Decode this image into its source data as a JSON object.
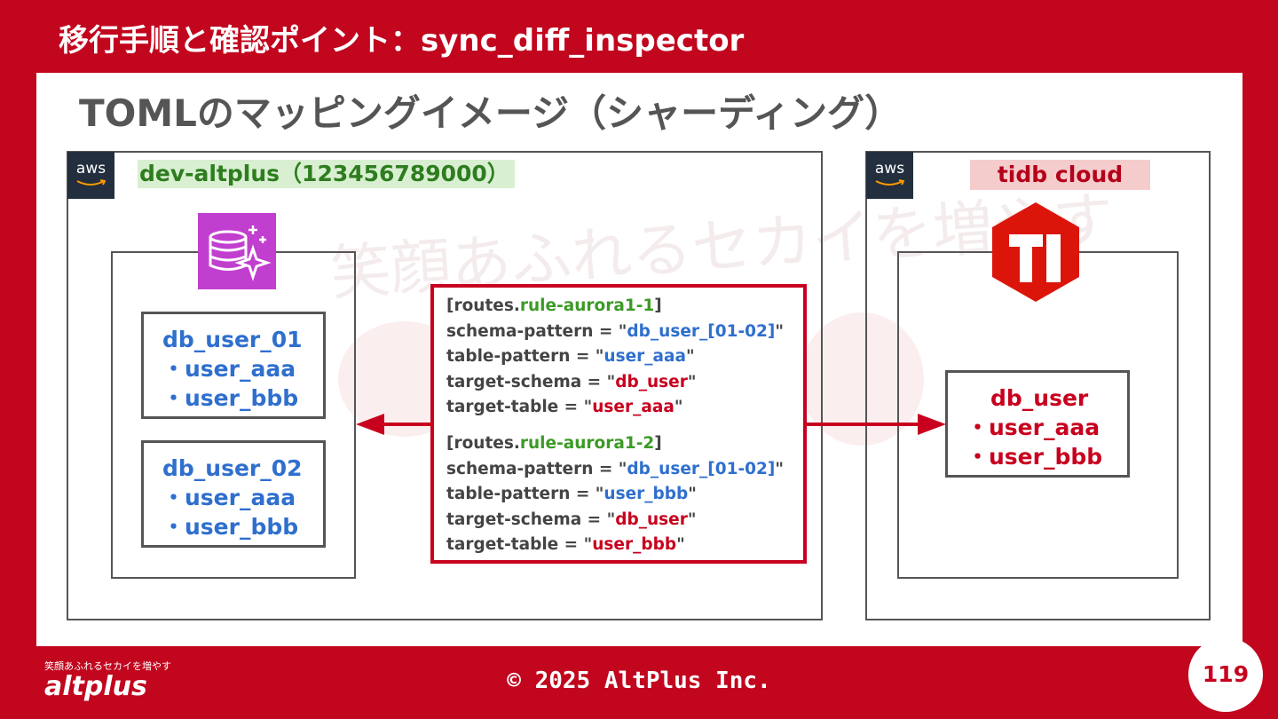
{
  "header": {
    "title": "移行手順と確認ポイント：sync_diff_inspector"
  },
  "slide": {
    "title": "TOMLのマッピングイメージ（シャーディング）"
  },
  "watermark": {
    "text": "笑顔あふれるセカイを増やす"
  },
  "left_cloud": {
    "badge": "aws",
    "account_label": "dev-altplus（123456789000）",
    "service_icon": "aurora-database-icon",
    "databases": [
      {
        "name": "db_user_01",
        "tables": [
          "・user_aaa",
          "・user_bbb"
        ]
      },
      {
        "name": "db_user_02",
        "tables": [
          "・user_aaa",
          "・user_bbb"
        ]
      }
    ]
  },
  "right_cloud": {
    "badge": "aws",
    "label": "tidb cloud",
    "service_icon": "tidb-logo-icon",
    "database": {
      "name": "db_user",
      "tables": [
        "・user_aaa",
        "・user_bbb"
      ]
    }
  },
  "toml": {
    "rules": [
      {
        "header_prefix": "[routes.",
        "header_name": "rule-aurora1-1",
        "header_suffix": "]",
        "schema_pattern_key": "schema-pattern = \"",
        "schema_pattern_value": "db_user_[01-02]",
        "table_pattern_key": "table-pattern = \"",
        "table_pattern_value": "user_aaa",
        "target_schema_key": "target-schema = \"",
        "target_schema_value": "db_user",
        "target_table_key": "target-table = \"",
        "target_table_value": "user_aaa",
        "quote": "\""
      },
      {
        "header_prefix": "[routes.",
        "header_name": "rule-aurora1-2",
        "header_suffix": "]",
        "schema_pattern_key": "schema-pattern = \"",
        "schema_pattern_value": "db_user_[01-02]",
        "table_pattern_key": "table-pattern = \"",
        "table_pattern_value": "user_bbb",
        "target_schema_key": "target-schema = \"",
        "target_schema_value": "db_user",
        "target_table_key": "target-table = \"",
        "target_table_value": "user_bbb",
        "quote": "\""
      }
    ]
  },
  "footer": {
    "copyright": "© 2025 AltPlus Inc.",
    "page_number": "119"
  },
  "logo": {
    "tagline": "笑顔あふれるセカイを増やす",
    "wordmark": "altplus"
  },
  "colors": {
    "brand_red": "#c1061e",
    "blue": "#2f6fce",
    "green": "#3c9a26",
    "red": "#c8001e",
    "aws_dark": "#232f3e",
    "aurora_purple": "#c13fcf"
  }
}
